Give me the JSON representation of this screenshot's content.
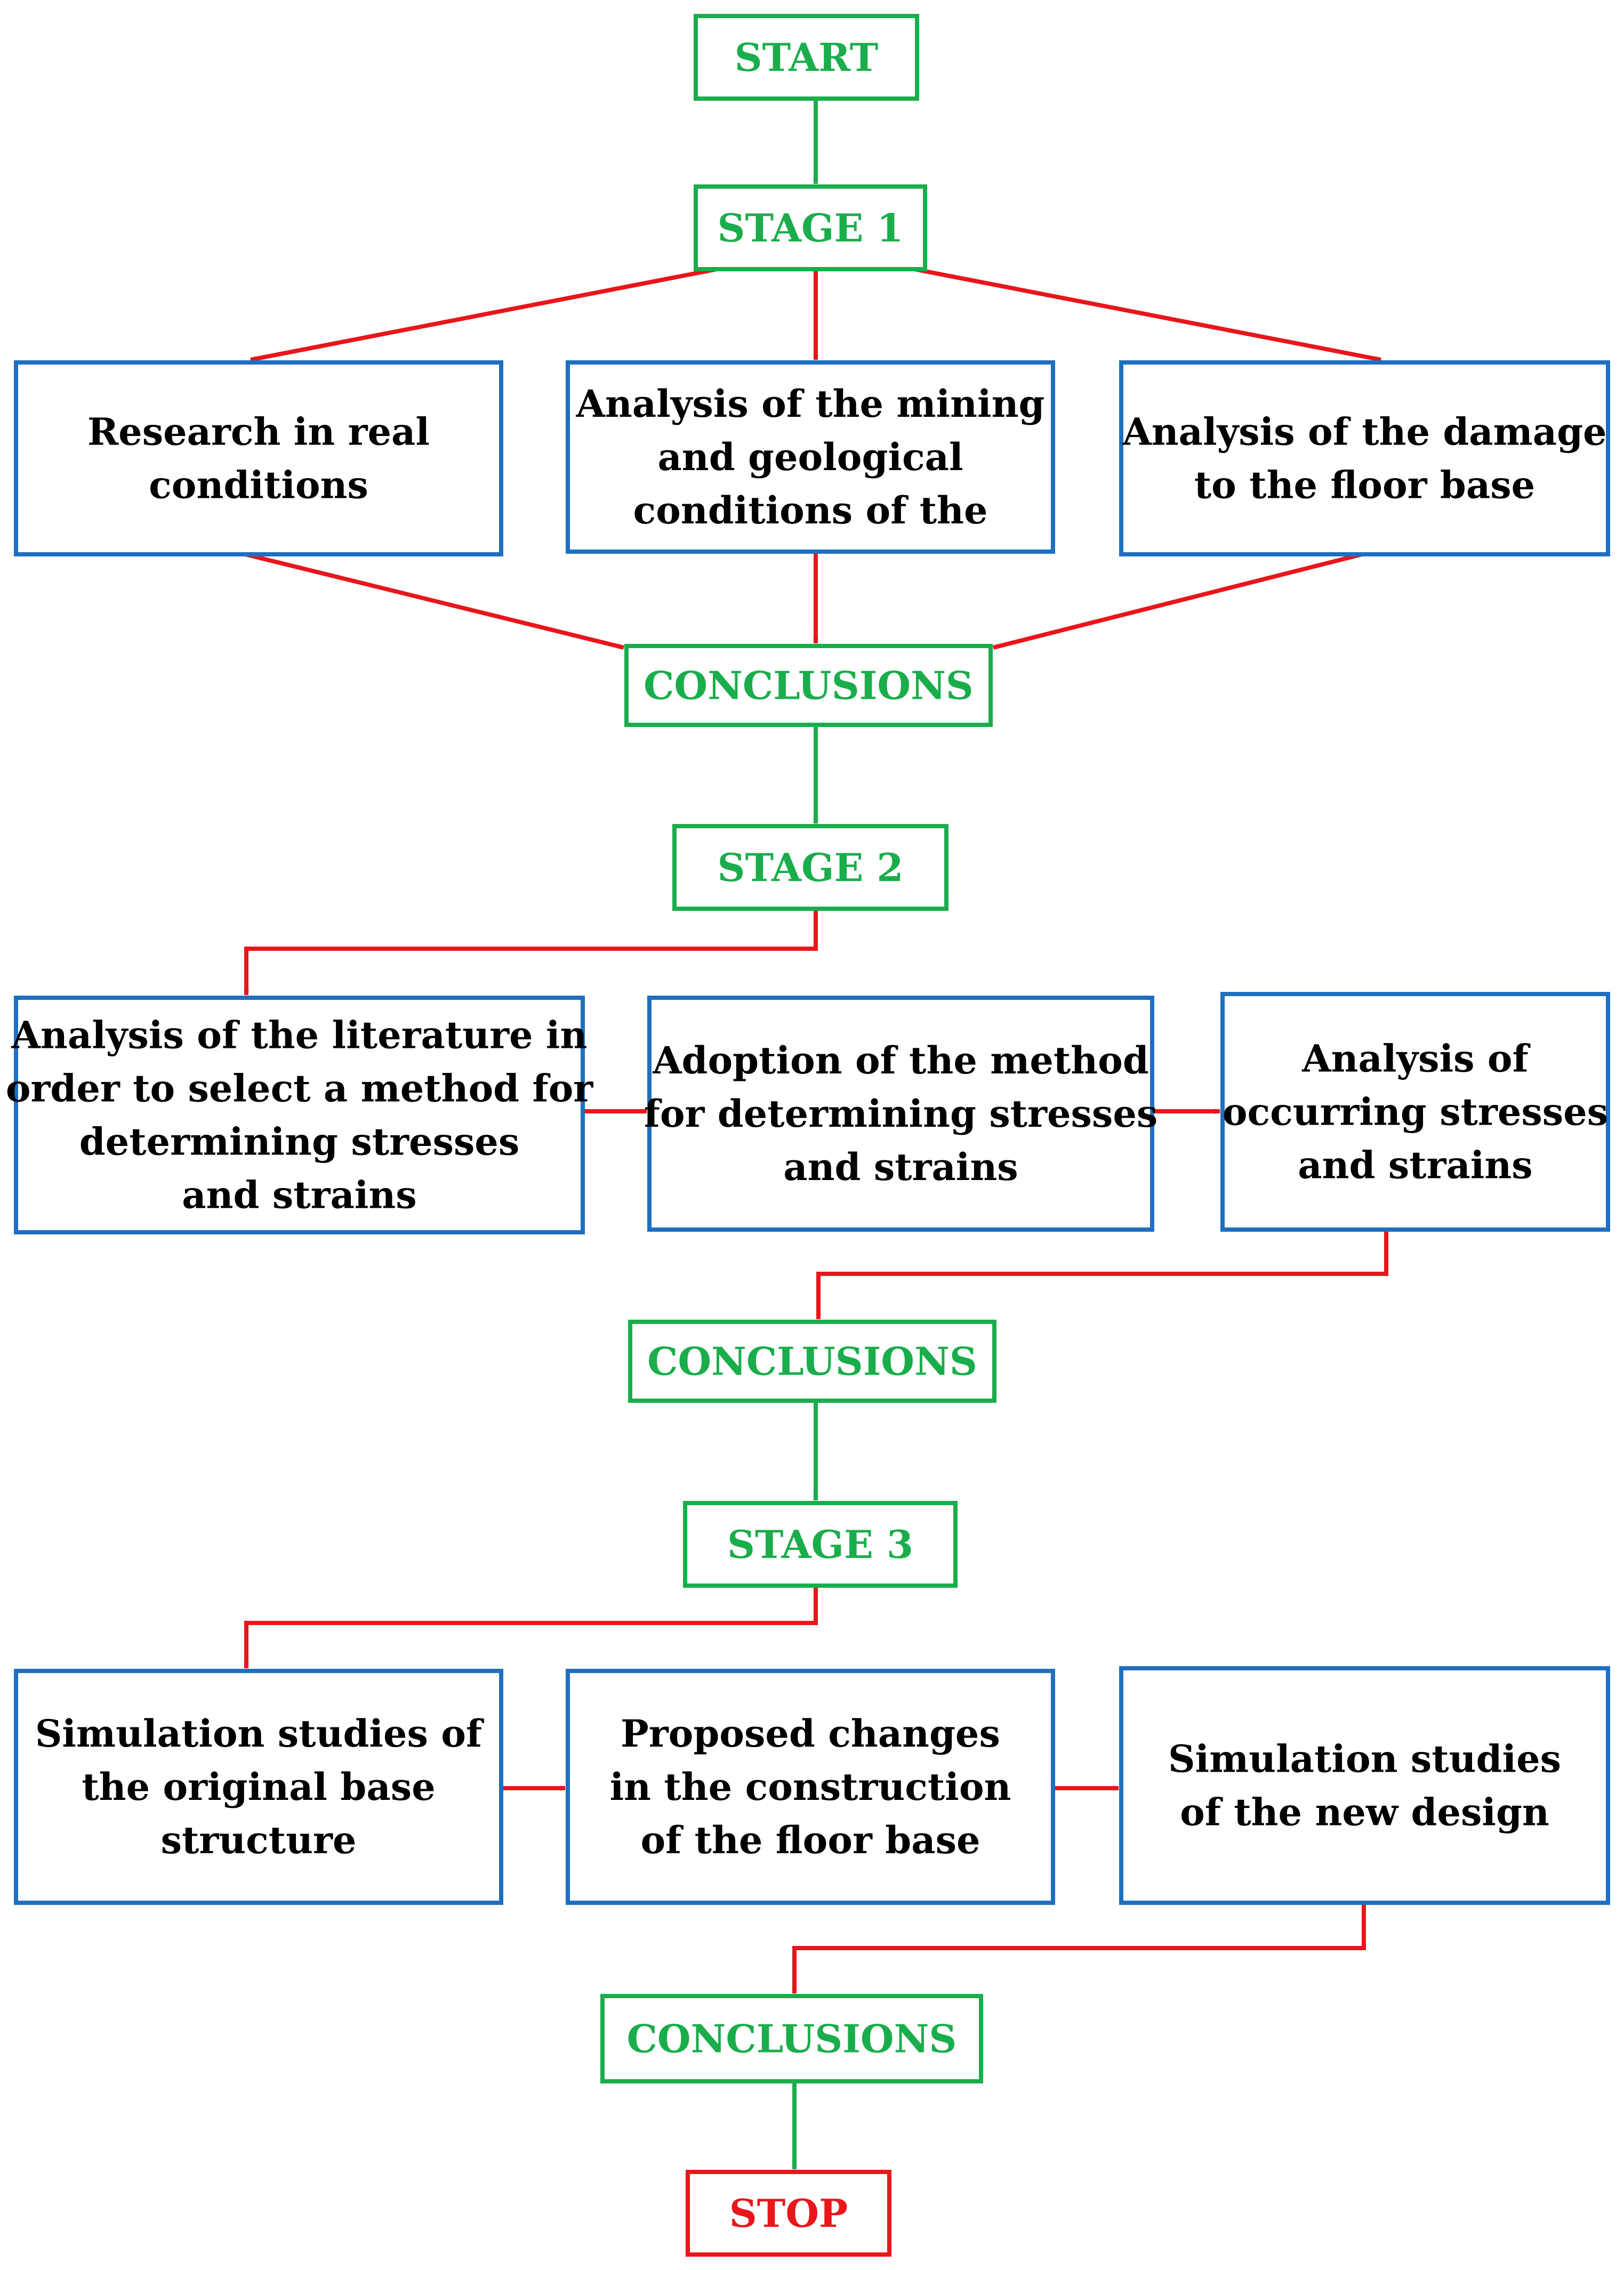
{
  "colors": {
    "green": "#1aad4b",
    "blue": "#1f6fc0",
    "red": "#e8161b"
  },
  "nodes": {
    "start": [
      "START"
    ],
    "stage1": [
      "STAGE 1"
    ],
    "research": [
      "Research in real",
      "conditions"
    ],
    "mining": [
      "Analysis of the mining",
      "and geological",
      "conditions of the"
    ],
    "damage": [
      "Analysis of the damage",
      "to the floor base"
    ],
    "conclusions1": [
      "CONCLUSIONS"
    ],
    "stage2": [
      "STAGE 2"
    ],
    "literature": [
      "Analysis of the literature in",
      "order to select a method for",
      "determining stresses",
      "and strains"
    ],
    "adoption": [
      "Adoption of the method",
      "for determining stresses",
      "and strains"
    ],
    "occurring": [
      "Analysis of",
      "occurring stresses",
      "and strains"
    ],
    "conclusions2": [
      "CONCLUSIONS"
    ],
    "stage3": [
      "STAGE 3"
    ],
    "simulation_original": [
      "Simulation studies of",
      "the original base",
      "structure"
    ],
    "proposed": [
      "Proposed changes",
      "in the construction",
      "of the floor base"
    ],
    "simulation_new": [
      "Simulation studies",
      "of the new design"
    ],
    "conclusions3": [
      "CONCLUSIONS"
    ],
    "stop": [
      "STOP"
    ]
  }
}
